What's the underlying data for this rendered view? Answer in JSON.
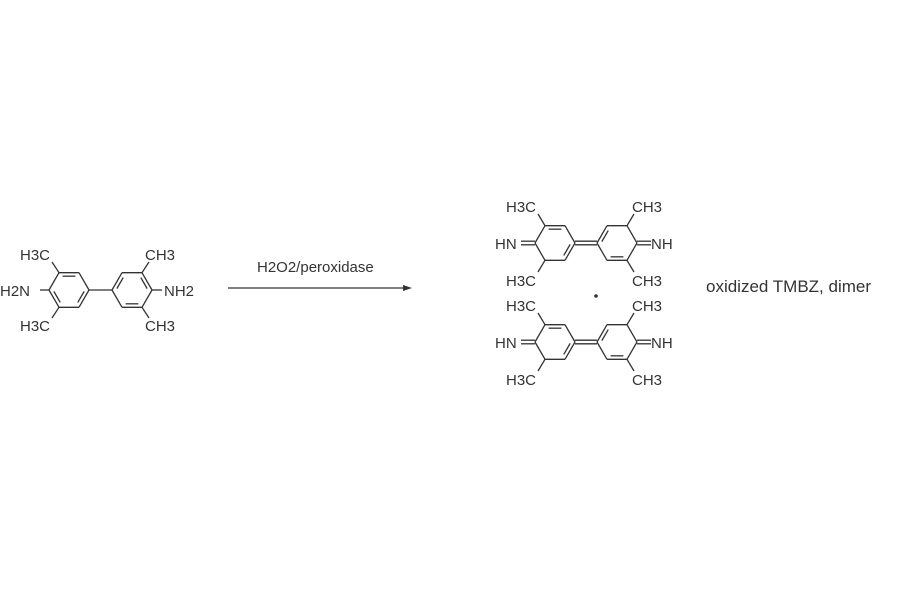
{
  "reactant": {
    "groups": {
      "h3c_top": "H3C",
      "ch3_top": "CH3",
      "h2n": "H2N",
      "nh2": "NH2",
      "h3c_bottom": "H3C",
      "ch3_bottom": "CH3"
    }
  },
  "arrow": {
    "reagent": "H2O2/peroxidase"
  },
  "product": {
    "upper": {
      "h3c_top": "H3C",
      "ch3_top": "CH3",
      "hn": "HN",
      "nh": "NH",
      "h3c_bottom": "H3C",
      "ch3_bottom": "CH3"
    },
    "lower": {
      "h3c_top": "H3C",
      "ch3_top": "CH3",
      "hn": "HN",
      "nh": "NH",
      "h3c_bottom": "H3C",
      "ch3_bottom": "CH3"
    },
    "label": "oxidized TMBZ, dimer"
  },
  "colors": {
    "ink": "#333333"
  }
}
